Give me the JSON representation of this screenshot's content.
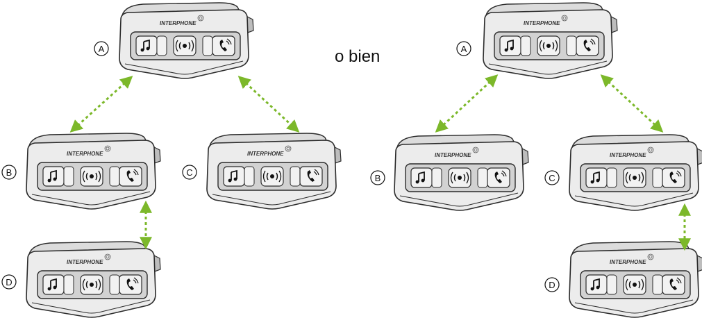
{
  "connector_text": "o bien",
  "brand": "INTERPHONE",
  "colors": {
    "link": "#7cb82a",
    "body_outline": "#2b2b2b",
    "body_fill": "#ececec",
    "panel_fill": "#d2d2d2",
    "button_fill": "#f2f2f2"
  },
  "labels": {
    "a": "A",
    "b": "B",
    "c": "C",
    "d": "D"
  },
  "buttons": [
    "music-icon",
    "intercom-icon",
    "phone-icon"
  ],
  "diagrams": [
    {
      "name": "left",
      "links": [
        "A-B",
        "A-C",
        "B-D"
      ]
    },
    {
      "name": "right",
      "links": [
        "A-B",
        "A-C",
        "C-D"
      ]
    }
  ]
}
